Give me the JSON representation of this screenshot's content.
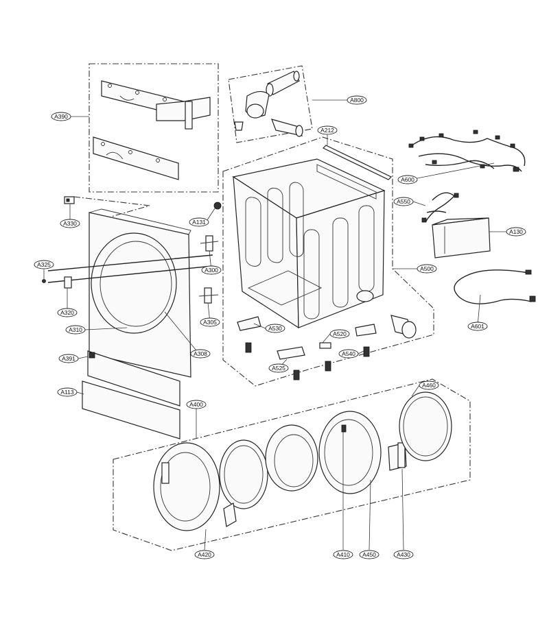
{
  "callouts": {
    "a390": "A390",
    "a800": "A800",
    "a212": "A212",
    "a600": "A600",
    "a330": "A330",
    "a131": "A131",
    "a550": "A550",
    "a130": "A130",
    "a325": "A325",
    "a300": "A300",
    "a500": "A500",
    "a320": "A320",
    "a305": "A305",
    "a601": "A601",
    "a310": "A310",
    "a530": "A530",
    "a520": "A520",
    "a308": "A308",
    "a540": "A540",
    "a391": "A391",
    "a525": "A525",
    "a460": "A460",
    "a113": "A113",
    "a400": "A400",
    "a420": "A420",
    "a410": "A410",
    "a450": "A450",
    "a430": "A430"
  },
  "colors": {
    "line": "#222222",
    "background": "#ffffff"
  }
}
